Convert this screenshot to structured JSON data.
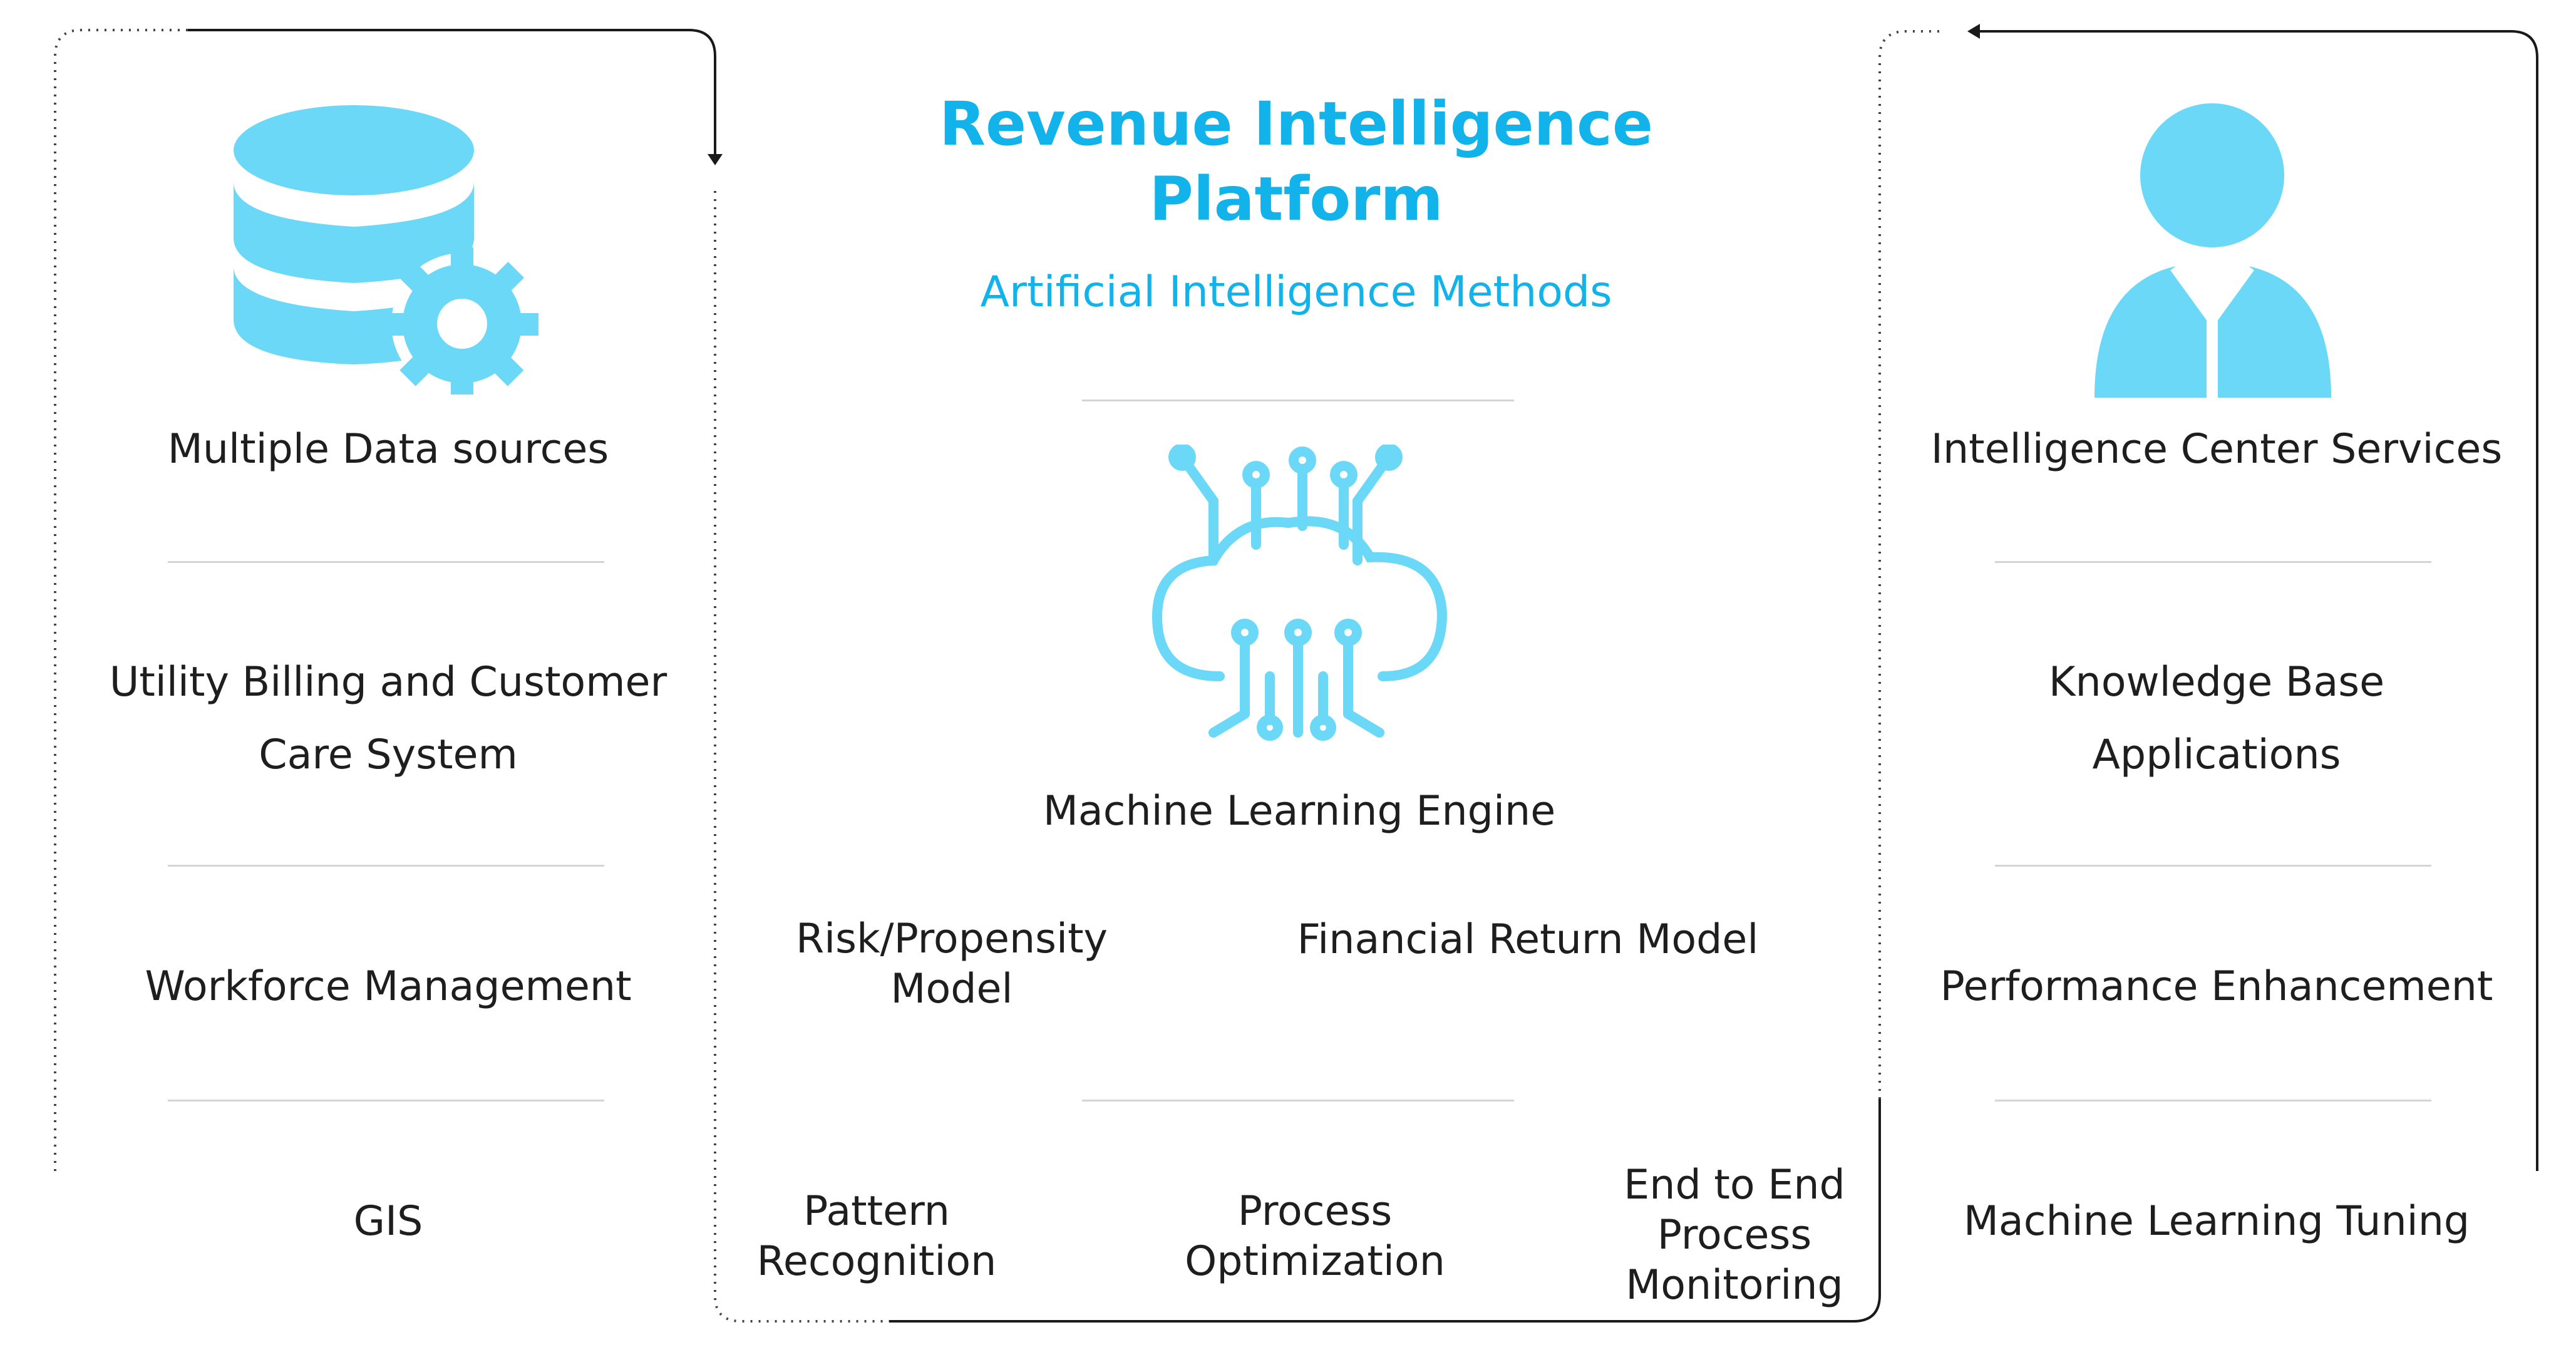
{
  "header": {
    "title": "Revenue Intelligence\nPlatform",
    "subtitle": "Artificial Intelligence Methods"
  },
  "left_column": {
    "icon": "database-gear-icon",
    "items": [
      "Multiple Data sources",
      "Utility Billing and Customer\nCare System",
      "Workforce Management",
      "GIS"
    ]
  },
  "center_column": {
    "icon": "cloud-circuit-icon",
    "engine_label": "Machine Learning Engine",
    "models": [
      "Risk/Propensity\nModel",
      "Financial Return Model"
    ],
    "capabilities": [
      "Pattern\nRecognition",
      "Process\nOptimization",
      "End to End\nProcess\nMonitoring"
    ]
  },
  "right_column": {
    "icon": "person-user-icon",
    "items": [
      "Intelligence Center Services",
      "Knowledge Base\nApplications",
      "Performance Enhancement",
      "Machine Learning Tuning"
    ]
  },
  "colors": {
    "accent": "#11b3ea",
    "icon_fill": "#6cd8f8",
    "text": "#1e1e1e",
    "separator": "#d4d4d4",
    "connector": "#1a1a1a"
  }
}
